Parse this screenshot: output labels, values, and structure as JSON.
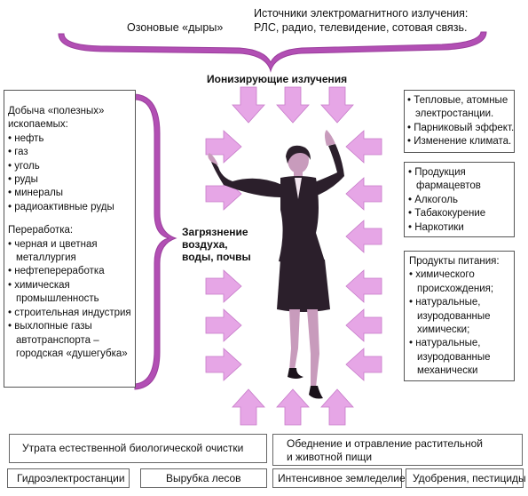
{
  "top": {
    "ozone": "Озоновые «дыры»",
    "em_title": "Источники электромагнитного излучения:",
    "em_list": "РЛС, радио, телевидение, сотовая связь.",
    "ionizing": "Ионизирующие излучения"
  },
  "center": {
    "pollution_lines": [
      "Загрязнение",
      "воздуха,",
      "воды, почвы"
    ]
  },
  "left_box": {
    "lines": [
      {
        "text": "Добыча «полезных»",
        "indent": false
      },
      {
        "text": "ископаемых:",
        "indent": false
      },
      {
        "text": "• нефть",
        "indent": false
      },
      {
        "text": "• газ",
        "indent": false
      },
      {
        "text": "• уголь",
        "indent": false
      },
      {
        "text": "• руды",
        "indent": false
      },
      {
        "text": "• минералы",
        "indent": false
      },
      {
        "text": "• радиоактивные руды",
        "indent": false
      },
      {
        "text": "",
        "indent": false,
        "gap": true
      },
      {
        "text": "Переработка:",
        "indent": false
      },
      {
        "text": "• черная и цветная",
        "indent": false
      },
      {
        "text": "металлургия",
        "indent": true
      },
      {
        "text": "• нефтепереработка",
        "indent": false
      },
      {
        "text": "• химическая",
        "indent": false
      },
      {
        "text": "промышленность",
        "indent": true
      },
      {
        "text": "• строительная индустрия",
        "indent": false
      },
      {
        "text": "• выхлопные газы",
        "indent": false
      },
      {
        "text": "автотранспорта –",
        "indent": true
      },
      {
        "text": "городская «душегубка»",
        "indent": true
      }
    ]
  },
  "right_box_1": {
    "lines": [
      {
        "text": "• Тепловые, атомные",
        "indent": false
      },
      {
        "text": "электростанции.",
        "indent": true
      },
      {
        "text": "• Парниковый эффект.",
        "indent": false
      },
      {
        "text": "• Изменение климата.",
        "indent": false
      }
    ]
  },
  "right_box_2": {
    "lines": [
      {
        "text": "• Продукция",
        "indent": false
      },
      {
        "text": "фармацевтов",
        "indent": true
      },
      {
        "text": "• Алкоголь",
        "indent": false
      },
      {
        "text": "• Табакокурение",
        "indent": false
      },
      {
        "text": "• Наркотики",
        "indent": false
      }
    ]
  },
  "right_box_3": {
    "lines": [
      {
        "text": "Продукты питания:",
        "indent": false
      },
      {
        "text": "• химического",
        "indent": false
      },
      {
        "text": "происхождения;",
        "indent": true
      },
      {
        "text": "• натуральные,",
        "indent": false
      },
      {
        "text": "изуродованные",
        "indent": true
      },
      {
        "text": "химически;",
        "indent": true
      },
      {
        "text": "• натуральные,",
        "indent": false
      },
      {
        "text": "изуродованные",
        "indent": true
      },
      {
        "text": "механически",
        "indent": true
      }
    ]
  },
  "bottom": {
    "loss_natural": "Утрата естественной биологической очистки",
    "impoverish_1": "Обеднение и отравление растительной",
    "impoverish_2": "и животной пищи",
    "hydro": "Гидроэлектростанции",
    "logging": "Вырубка лесов",
    "farming": "Интенсивное земледелие",
    "fertilizers": "Удобрения, пестициды"
  },
  "colors": {
    "arrow": "#e6a6e6",
    "arrow_stroke": "#c77bc9",
    "brace": "#b24fb4",
    "brace_fill": "#d899d8",
    "figure": "#2b1f2b",
    "skin": "#c89bbc"
  }
}
